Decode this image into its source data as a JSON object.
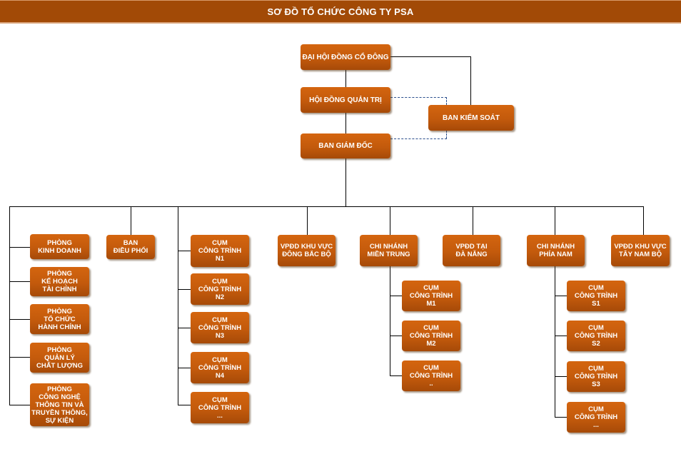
{
  "title": "SƠ ĐỒ TỔ CHỨC CÔNG TY PSA",
  "colors": {
    "header": "#a24a06",
    "box": "#c35a0c",
    "line": "#000000",
    "dashed_link": "#2a4e8c"
  },
  "top": {
    "shareholders": "ĐẠI HỘI ĐỒNG CỔ ĐÔNG",
    "board": "HỘI ĐỒNG QUẢN TRỊ",
    "supervisory": "BAN KIỂM SOÁT",
    "directors": "BAN GIÁM ĐỐC"
  },
  "departments": [
    "PHÒNG\nKINH DOANH",
    "PHÒNG\nKẾ HOẠCH\nTÀI CHÍNH",
    "PHÒNG\nTỔ CHỨC\nHÀNH CHÍNH",
    "PHÒNG\nQUẢN LÝ\nCHẤT LƯỢNG",
    "PHÒNG\nCÔNG NGHỆ\nTHÔNG TIN VÀ\nTRUYỀN THÔNG,\nSỰ KIỆN"
  ],
  "coordination": "BAN\nĐIỀU PHỐI",
  "north_clusters": [
    "CỤM\nCÔNG TRÌNH\nN1",
    "CỤM\nCÔNG TRÌNH\nN2",
    "CỤM\nCÔNG TRÌNH\nN3",
    "CỤM\nCÔNG TRÌNH\nN4",
    "CỤM\nCÔNG TRÌNH\n..."
  ],
  "rep_northeast": "VPĐD KHU VỰC\nĐÔNG BẮC BỘ",
  "central_branch": {
    "label": "CHI NHÁNH\nMIỀN TRUNG",
    "clusters": [
      "CỤM\nCÔNG TRÌNH\nM1",
      "CỤM\nCÔNG TRÌNH\nM2",
      "CỤM\nCÔNG TRÌNH\n.."
    ]
  },
  "rep_danang": "VPĐD TẠI\nĐÀ NẴNG",
  "south_branch": {
    "label": "CHI NHÁNH\nPHÍA NAM",
    "clusters": [
      "CỤM\nCÔNG TRÌNH\nS1",
      "CỤM\nCÔNG TRÌNH\nS2",
      "CỤM\nCÔNG TRÌNH\nS3",
      "CỤM\nCÔNG TRÌNH\n..."
    ]
  },
  "rep_southwest": "VPĐD KHU VỰC\nTÂY NAM BỘ"
}
